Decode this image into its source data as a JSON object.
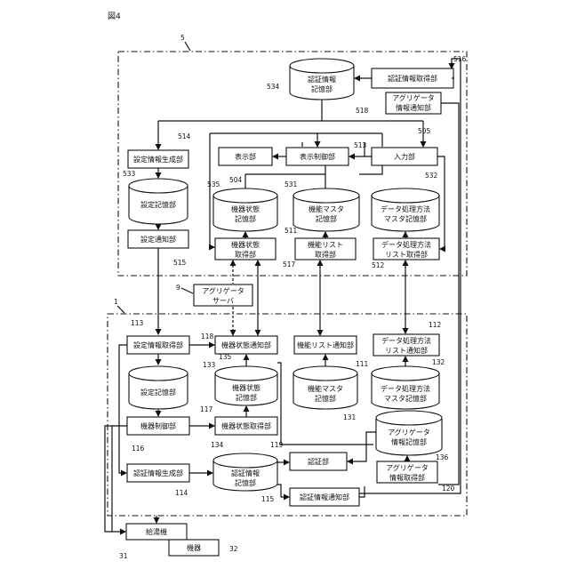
{
  "figure_label": "図4",
  "refs": {
    "r5": "5",
    "r1": "1",
    "r9": "9",
    "r31": "31",
    "r32": "32",
    "r534": "534",
    "r516": "516",
    "r518": "518",
    "r514": "514",
    "r505": "505",
    "r513": "513",
    "r533": "533",
    "r535": "535",
    "r504": "504",
    "r531": "531",
    "r532": "532",
    "r511": "511",
    "r515": "515",
    "r517": "517",
    "r512": "512",
    "r113": "113",
    "r118": "118",
    "r112": "112",
    "r135": "135",
    "r133": "133",
    "r111": "111",
    "r132": "132",
    "r117": "117",
    "r131": "131",
    "r116": "116",
    "r134": "134",
    "r119": "119",
    "r136": "136",
    "r114": "114",
    "r115": "115",
    "r120": "120"
  },
  "server": {
    "auth_info_acquisition": "認証情報取得部",
    "auth_info_storage": [
      "認証情報",
      "記憶部"
    ],
    "aggregator_info_notification": [
      "アグリゲータ",
      "情報通知部"
    ],
    "setting_info_generation": "設定情報生成部",
    "display": "表示部",
    "display_control": "表示制御部",
    "input": "入力部",
    "setting_storage": "設定記憶部",
    "device_state_storage": [
      "機器状態",
      "記憶部"
    ],
    "function_master_storage": [
      "機能マスタ",
      "記憶部"
    ],
    "data_method_master_storage": [
      "データ処理方法",
      "マスタ記憶部"
    ],
    "setting_notification": "設定通知部",
    "device_state_acquisition": [
      "機器状態",
      "取得部"
    ],
    "function_list_acquisition": [
      "機能リスト",
      "取得部"
    ],
    "data_method_list_acquisition": [
      "データ処理方法",
      "リスト取得部"
    ]
  },
  "aggregator_server": [
    "アグリゲータ",
    "サーバ"
  ],
  "device_side": {
    "setting_info_acquisition": "設定情報取得部",
    "device_state_notification": "機器状態通知部",
    "function_list_notification": "機能リスト通知部",
    "data_method_list_notification": [
      "データ処理方法",
      "リスト通知部"
    ],
    "setting_storage": "設定記憶部",
    "device_state_storage": [
      "機器状態",
      "記憶部"
    ],
    "function_master_storage": [
      "機能マスタ",
      "記憶部"
    ],
    "data_method_master_storage": [
      "データ処理方法",
      "マスタ記憶部"
    ],
    "device_control": "機器制御部",
    "device_state_acquisition": "機器状態取得部",
    "aggregator_info_storage": [
      "アグリゲータ",
      "情報記憶部"
    ],
    "auth_info_generation": "認証情報生成部",
    "auth_info_storage": [
      "認証情報",
      "記憶部"
    ],
    "authentication": "認証部",
    "aggregator_info_acquisition": [
      "アグリゲータ",
      "情報取得部"
    ],
    "auth_info_notification": "認証情報通知部"
  },
  "hardware": {
    "water_heater": "給湯機",
    "device": "機器"
  }
}
